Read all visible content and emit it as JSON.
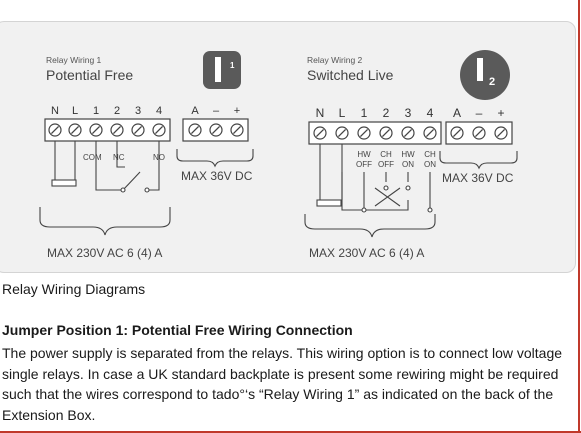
{
  "relay1": {
    "label": "Relay Wiring 1",
    "title": "Potential Free",
    "badge_number": "1",
    "terminals": [
      "N",
      "L",
      "1",
      "2",
      "3",
      "4",
      "A",
      "–",
      "+"
    ],
    "contact_labels": [
      "COM",
      "NC",
      "NO"
    ],
    "dc_rating": "MAX 36V DC",
    "ac_rating": "MAX 230V AC 6 (4) A"
  },
  "relay2": {
    "label": "Relay Wiring 2",
    "title": "Switched Live",
    "badge_number": "2",
    "terminals": [
      "N",
      "L",
      "1",
      "2",
      "3",
      "4",
      "A",
      "–",
      "+"
    ],
    "contact_labels": [
      {
        "top": "HW",
        "bottom": "OFF"
      },
      {
        "top": "CH",
        "bottom": "OFF"
      },
      {
        "top": "HW",
        "bottom": "ON"
      },
      {
        "top": "CH",
        "bottom": "ON"
      }
    ],
    "dc_rating": "MAX 36V DC",
    "ac_rating": "MAX 230V AC 6 (4) A"
  },
  "text": {
    "caption": "Relay Wiring Diagrams",
    "heading": "Jumper Position 1: Potential Free Wiring Connection",
    "paragraph": "The power supply is separated from the relays. This wiring option is to connect low voltage single relays. In case a UK standard backplate is present some rewiring might be required such that the wires correspond to tado°‘s “Relay Wiring 1” as indicated on the back of the Extension Box."
  },
  "colors": {
    "frame": "#c0392b",
    "badge": "#5a5a5a",
    "line": "#444444"
  }
}
